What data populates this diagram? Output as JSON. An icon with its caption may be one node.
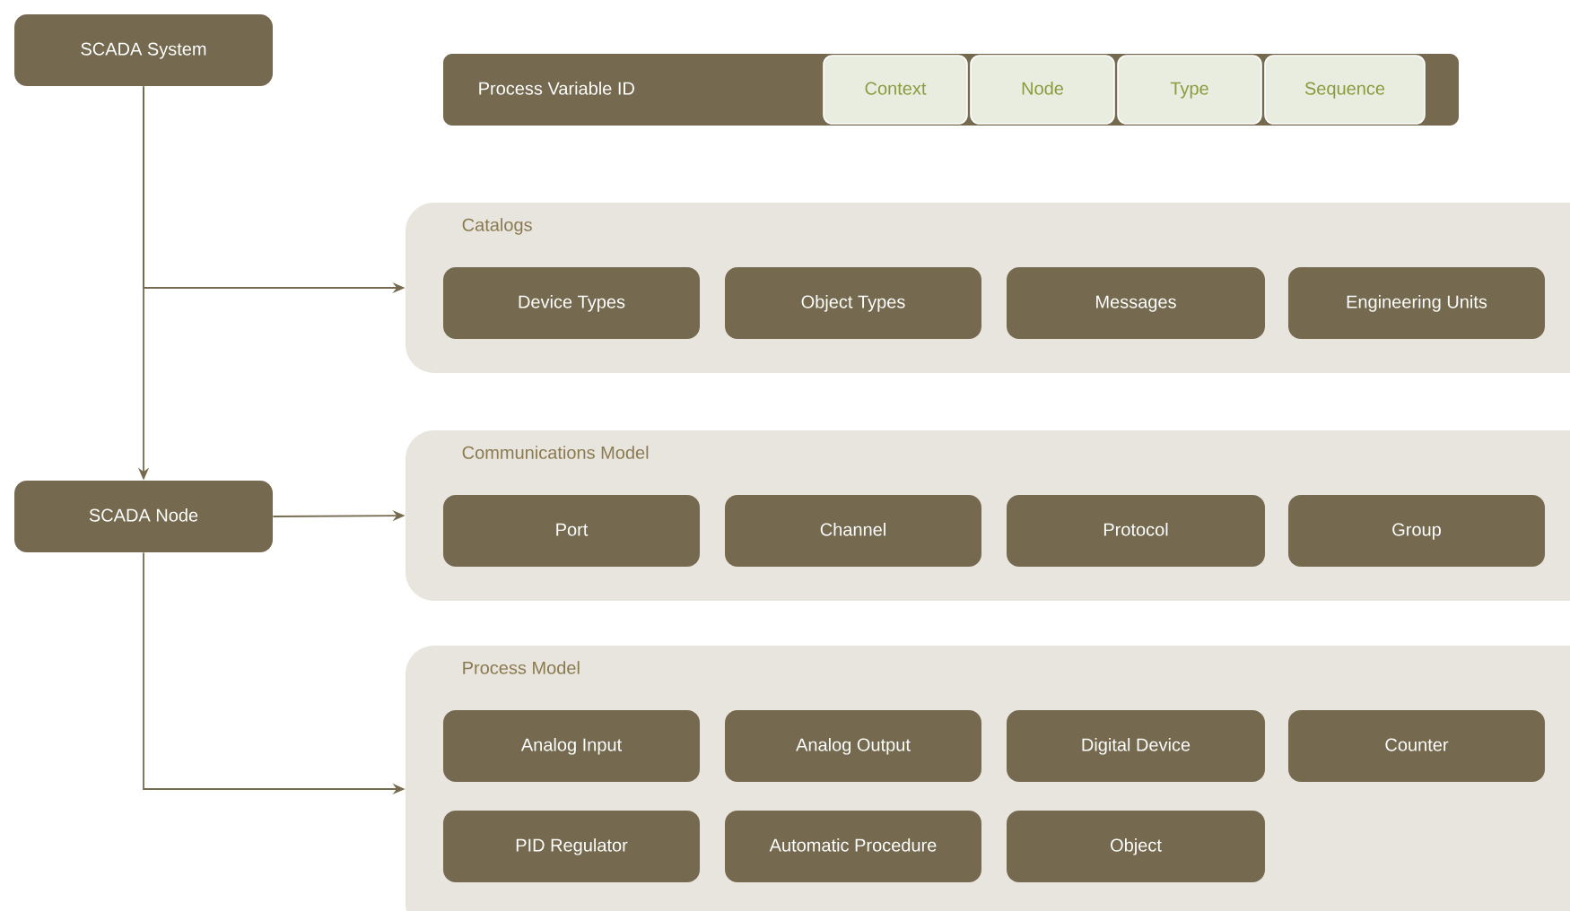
{
  "diagram": {
    "nodes": [
      {
        "text": [
          "SCADA System"
        ]
      },
      {
        "text": [
          "Process Variable ID"
        ]
      },
      {
        "text": [
          "Context"
        ],
        "in": 1
      },
      {
        "text": [
          "Node"
        ],
        "in": 1
      },
      {
        "text": [
          "Type"
        ],
        "in": 1
      },
      {
        "text": [
          "Sequence"
        ],
        "in": 1
      },
      {
        "text": [
          "Catalogs"
        ]
      },
      {
        "text": [
          "Device Types"
        ],
        "in": 6
      },
      {
        "text": [
          "Object Types"
        ],
        "in": 6
      },
      {
        "text": [
          "Messages"
        ],
        "in": 6
      },
      {
        "text": [
          "Engineering Units"
        ],
        "in": 6
      },
      {
        "text": [
          "SCADA Node"
        ]
      },
      {
        "text": [
          "Communications Model"
        ]
      },
      {
        "text": [
          "Port"
        ],
        "in": 12
      },
      {
        "text": [
          "Channel"
        ],
        "in": 12
      },
      {
        "text": [
          "Protocol"
        ],
        "in": 12
      },
      {
        "text": [
          "Group"
        ],
        "in": 12
      },
      {
        "text": [
          "Process Model"
        ]
      },
      {
        "text": [
          "Analog Input"
        ],
        "in": 17
      },
      {
        "text": [
          "Analog Output"
        ],
        "in": 17
      },
      {
        "text": [
          "Digital Device"
        ],
        "in": 17
      },
      {
        "text": [
          "Counter"
        ],
        "in": 17
      },
      {
        "text": [
          "PID Regulator"
        ],
        "in": 17
      },
      {
        "text": [
          "Automatic Procedure"
        ],
        "in": 17
      },
      {
        "text": [
          "Object"
        ],
        "in": 17
      }
    ],
    "edges": [
      {
        "from": 0,
        "to": 11,
        "arrow": "to"
      },
      {
        "from": 0,
        "to": 6,
        "arrow": "to"
      },
      {
        "from": 11,
        "to": 12,
        "arrow": "to"
      },
      {
        "from": 11,
        "to": 17,
        "arrow": "to"
      }
    ]
  }
}
